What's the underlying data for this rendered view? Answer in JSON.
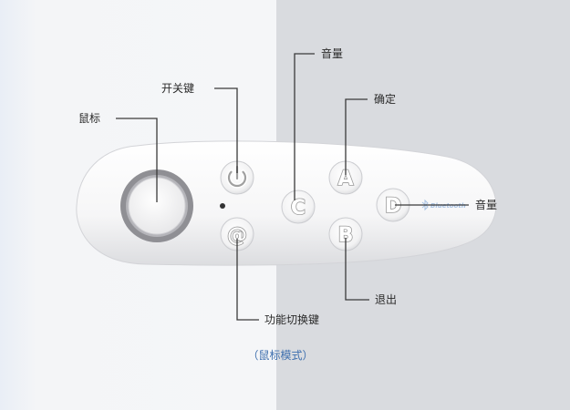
{
  "labels": {
    "mouse": "鼠标",
    "power_key": "开关键",
    "volume_top": "音量",
    "confirm": "确定",
    "volume_right": "音量",
    "exit": "退出",
    "function_switch": "功能切换键"
  },
  "buttons": {
    "a": "A",
    "b": "B",
    "c": "C",
    "d": "D",
    "at": "@"
  },
  "bluetooth_text": "Bluetooth",
  "caption": "（鼠标模式）"
}
